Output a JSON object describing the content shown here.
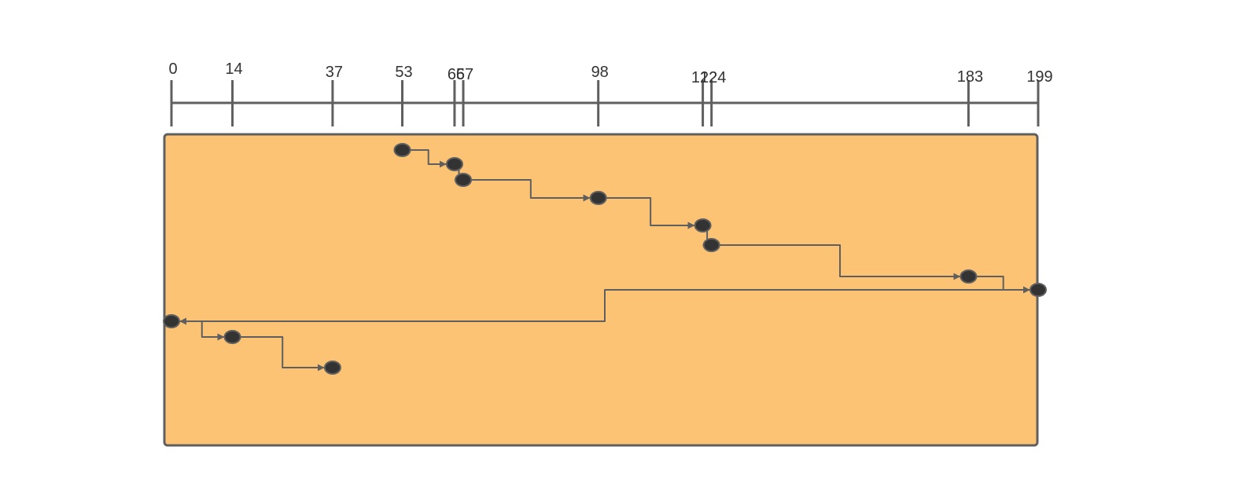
{
  "axis": {
    "ticks": [
      {
        "value": 0,
        "label": "0"
      },
      {
        "value": 14,
        "label": "14"
      },
      {
        "value": 37,
        "label": "37"
      },
      {
        "value": 53,
        "label": "53"
      },
      {
        "value": 65,
        "label": "65"
      },
      {
        "value": 67,
        "label": "67"
      },
      {
        "value": 98,
        "label": "98"
      },
      {
        "value": 122,
        "label": "122"
      },
      {
        "value": 124,
        "label": "124"
      },
      {
        "value": 183,
        "label": "183"
      },
      {
        "value": 199,
        "label": "199"
      }
    ]
  },
  "sequence": [
    53,
    65,
    67,
    98,
    122,
    124,
    183,
    199,
    0,
    14,
    37
  ],
  "colors": {
    "panel_fill": "#FDC374",
    "stroke": "#5F5F5F",
    "node_fill": "#333333",
    "text": "#333333"
  }
}
